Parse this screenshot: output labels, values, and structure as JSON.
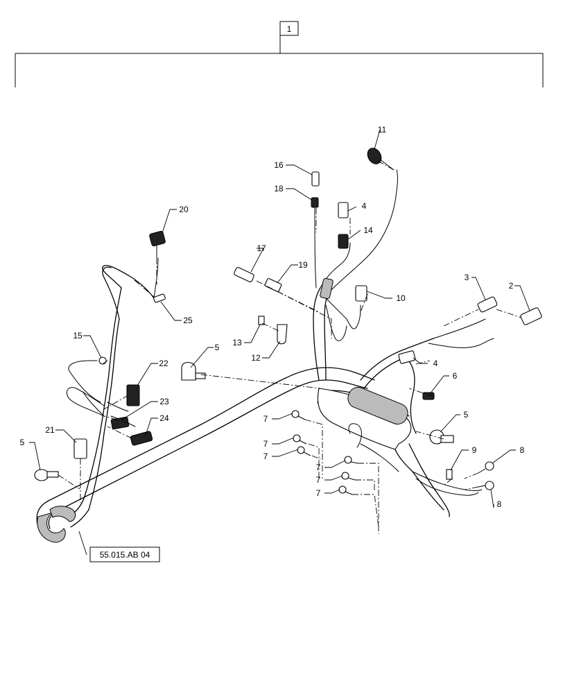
{
  "assembly_callout": "1",
  "reference_label": "55.015.AB 04",
  "callouts": [
    {
      "id": "c-1",
      "label": "11"
    },
    {
      "id": "c-2",
      "label": "16"
    },
    {
      "id": "c-3",
      "label": "18"
    },
    {
      "id": "c-4",
      "label": "4"
    },
    {
      "id": "c-5",
      "label": "14"
    },
    {
      "id": "c-6",
      "label": "20"
    },
    {
      "id": "c-7",
      "label": "17"
    },
    {
      "id": "c-8",
      "label": "19"
    },
    {
      "id": "c-9",
      "label": "10"
    },
    {
      "id": "c-10",
      "label": "3"
    },
    {
      "id": "c-11",
      "label": "2"
    },
    {
      "id": "c-12",
      "label": "25"
    },
    {
      "id": "c-13",
      "label": "15"
    },
    {
      "id": "c-14",
      "label": "13"
    },
    {
      "id": "c-15",
      "label": "12"
    },
    {
      "id": "c-16",
      "label": "5"
    },
    {
      "id": "c-17",
      "label": "4"
    },
    {
      "id": "c-18",
      "label": "22"
    },
    {
      "id": "c-19",
      "label": "6"
    },
    {
      "id": "c-20",
      "label": "23"
    },
    {
      "id": "c-21",
      "label": "24"
    },
    {
      "id": "c-22",
      "label": "7"
    },
    {
      "id": "c-23",
      "label": "5"
    },
    {
      "id": "c-24",
      "label": "21"
    },
    {
      "id": "c-25",
      "label": "7"
    },
    {
      "id": "c-26",
      "label": "7"
    },
    {
      "id": "c-27",
      "label": "5"
    },
    {
      "id": "c-28",
      "label": "9"
    },
    {
      "id": "c-29",
      "label": "8"
    },
    {
      "id": "c-30",
      "label": "7"
    },
    {
      "id": "c-31",
      "label": "7"
    },
    {
      "id": "c-32",
      "label": "7"
    },
    {
      "id": "c-33",
      "label": "8"
    }
  ]
}
